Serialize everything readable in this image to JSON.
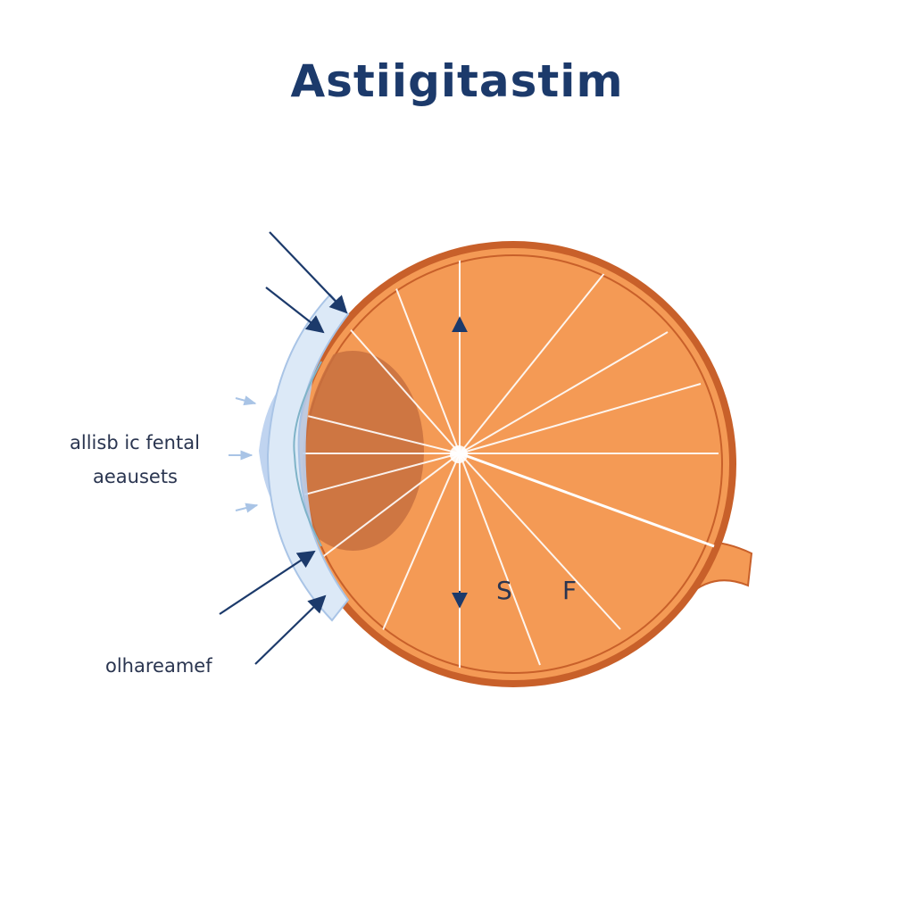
{
  "title": "Astiigitastim",
  "labels": {
    "left_line1": "allisb ic fental",
    "left_line2": "aeausets",
    "bottom": "olhareamef"
  },
  "focal_letters": {
    "s": "S",
    "f": "F"
  },
  "icons": {
    "incoming_ray_arrows": "arrow-icon",
    "axis_arrows": "arrow-icon"
  },
  "colors": {
    "title": "#1c3a6b",
    "eyeball_fill": "#f49a55",
    "eyeball_outline": "#c8602a",
    "cornea": "#dce9f7",
    "lens": "#b9cfee",
    "iris_shadow": "#c7703f",
    "arrow": "#1c3a6b",
    "light_ray": "#ffffff"
  }
}
